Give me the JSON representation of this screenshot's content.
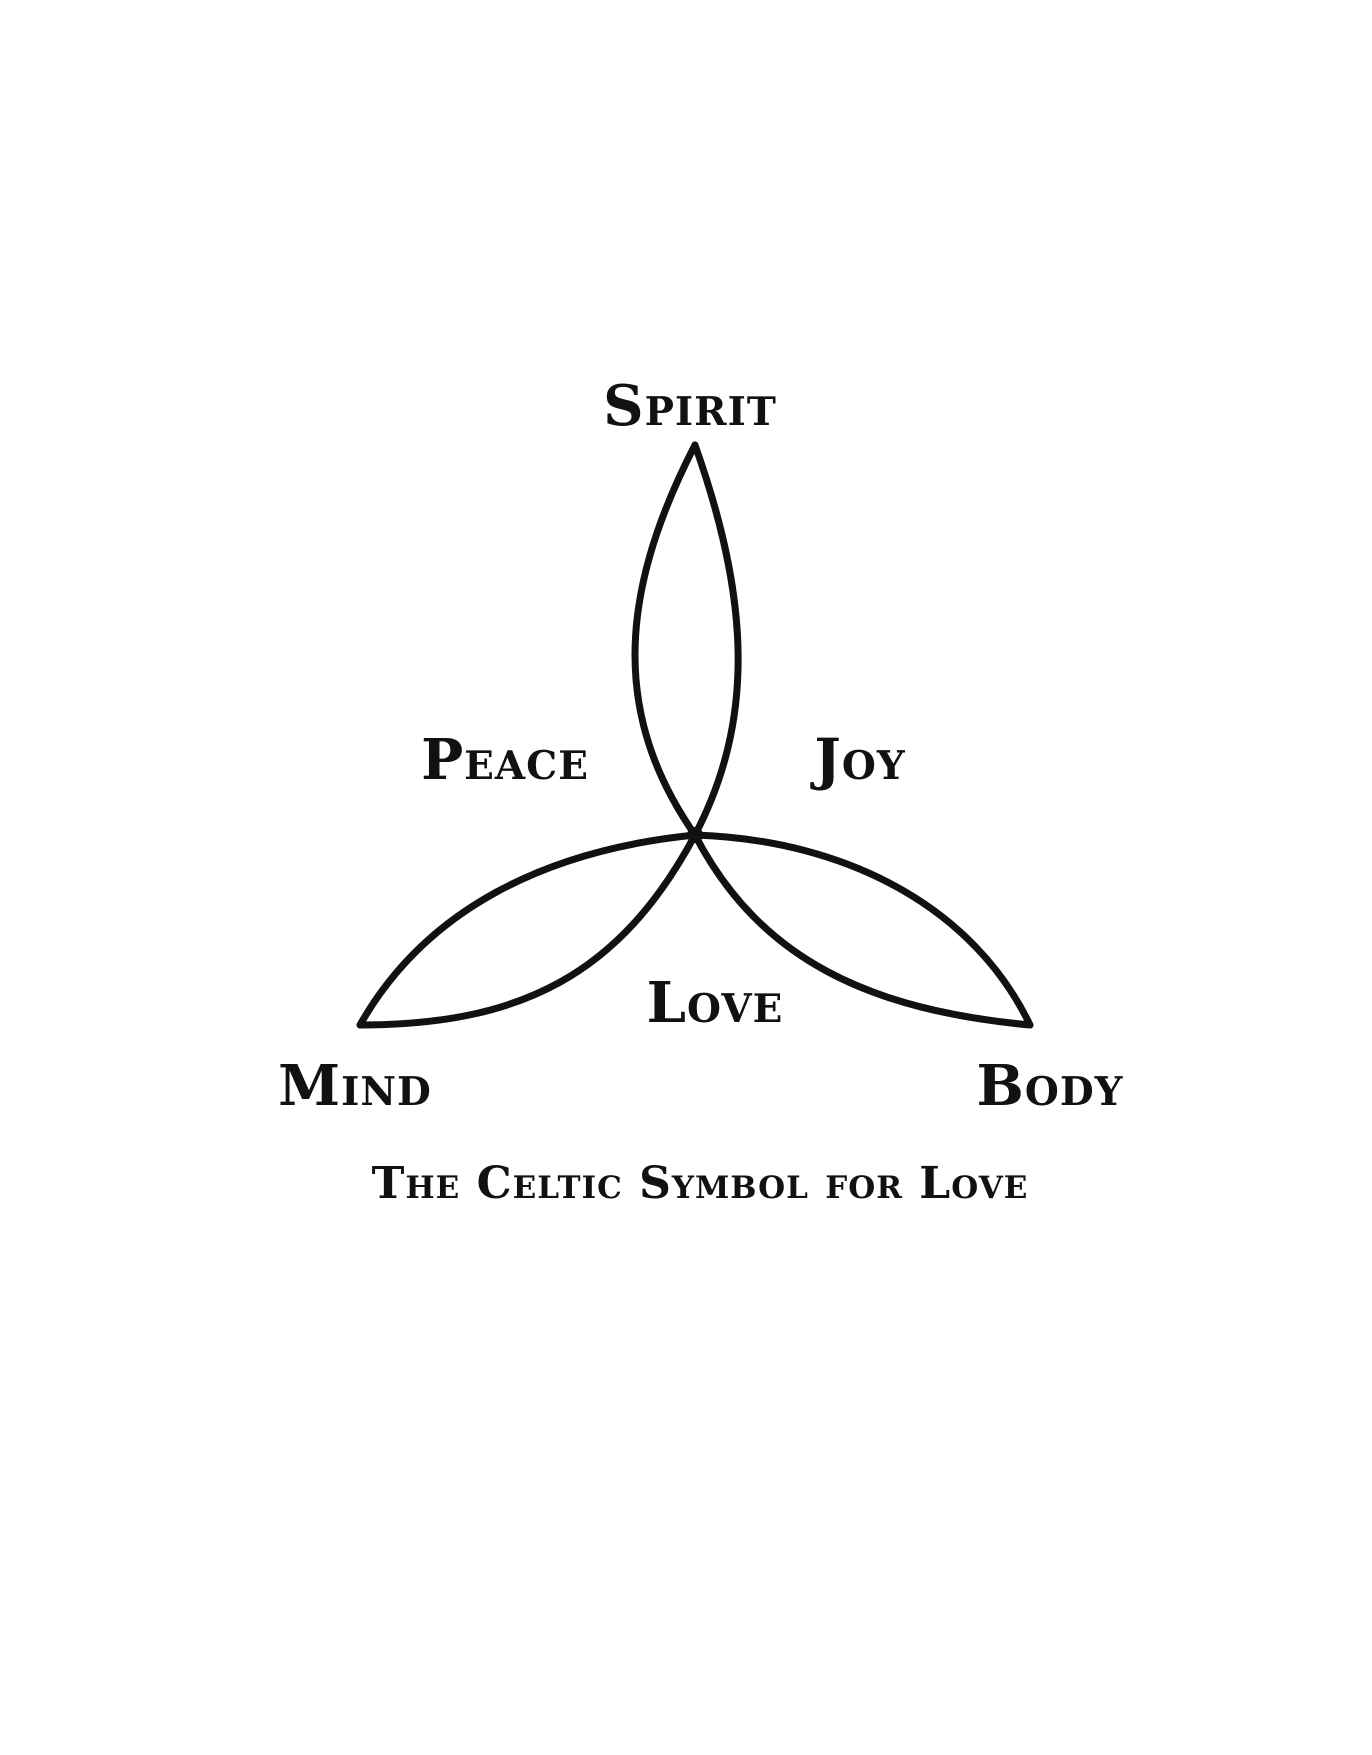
{
  "diagram": {
    "nodes": {
      "top": "Spirit",
      "left": "Mind",
      "right": "Body"
    },
    "regions": {
      "upper_left": "Peace",
      "upper_right": "Joy",
      "center_bottom": "Love"
    },
    "caption": "The Celtic Symbol for Love",
    "stroke_color": "#111111",
    "background_color": "#ffffff"
  }
}
